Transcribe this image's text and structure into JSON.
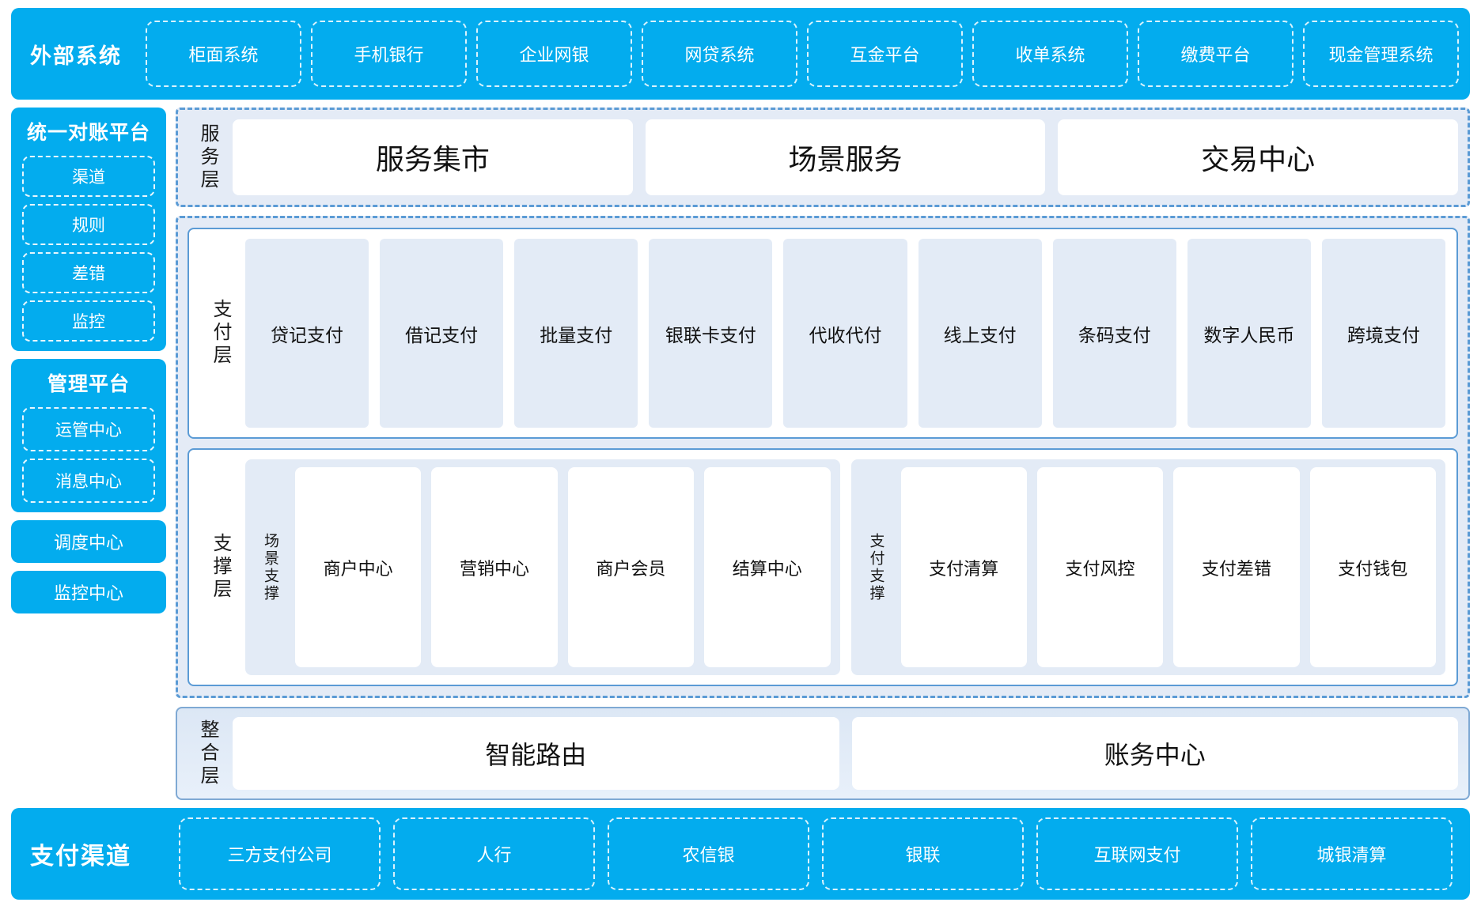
{
  "colors": {
    "brand_blue": "#03ACEE",
    "dash_border_blue": "#5B9BD5",
    "panel_fill_blue": "#E4EBF6",
    "card_fill_blue": "#E3EBF6",
    "card_white": "#FFFFFF"
  },
  "external_systems": {
    "title": "外部系统",
    "items": [
      {
        "label": "柜面系统"
      },
      {
        "label": "手机银行"
      },
      {
        "label": "企业网银"
      },
      {
        "label": "网贷系统"
      },
      {
        "label": "互金平台"
      },
      {
        "label": "收单系统"
      },
      {
        "label": "缴费平台"
      },
      {
        "label": "现金管理系统"
      }
    ]
  },
  "rail": {
    "reconciliation_platform": {
      "title": "统一对账平台",
      "items": [
        {
          "label": "渠道"
        },
        {
          "label": "规则"
        },
        {
          "label": "差错"
        },
        {
          "label": "监控"
        }
      ]
    },
    "management_platform": {
      "title": "管理平台",
      "items": [
        {
          "label": "运管中心"
        },
        {
          "label": "消息中心"
        }
      ]
    },
    "standalone": [
      {
        "label": "调度中心"
      },
      {
        "label": "监控中心"
      }
    ]
  },
  "service_layer": {
    "label": "服务层",
    "cards": [
      {
        "label": "服务集市"
      },
      {
        "label": "场景服务"
      },
      {
        "label": "交易中心"
      }
    ]
  },
  "payment_layer": {
    "label": "支付层",
    "cards": [
      {
        "label": "贷记支付"
      },
      {
        "label": "借记支付"
      },
      {
        "label": "批量支付"
      },
      {
        "label": "银联卡支付"
      },
      {
        "label": "代收代付"
      },
      {
        "label": "线上支付"
      },
      {
        "label": "条码支付"
      },
      {
        "label": "数字人民币"
      },
      {
        "label": "跨境支付"
      }
    ]
  },
  "support_layer": {
    "label": "支撑层",
    "scene_support": {
      "label": "场景支撑",
      "cards": [
        {
          "label": "商户中心"
        },
        {
          "label": "营销中心"
        },
        {
          "label": "商户会员"
        },
        {
          "label": "结算中心"
        }
      ]
    },
    "payment_support": {
      "label": "支付支撑",
      "cards": [
        {
          "label": "支付清算"
        },
        {
          "label": "支付风控"
        },
        {
          "label": "支付差错"
        },
        {
          "label": "支付钱包"
        }
      ]
    }
  },
  "integration_layer": {
    "label": "整合层",
    "cards": [
      {
        "label": "智能路由"
      },
      {
        "label": "账务中心"
      }
    ]
  },
  "payment_channels": {
    "title": "支付渠道",
    "items": [
      {
        "label": "三方支付公司"
      },
      {
        "label": "人行"
      },
      {
        "label": "农信银"
      },
      {
        "label": "银联"
      },
      {
        "label": "互联网支付"
      },
      {
        "label": "城银清算"
      }
    ]
  }
}
